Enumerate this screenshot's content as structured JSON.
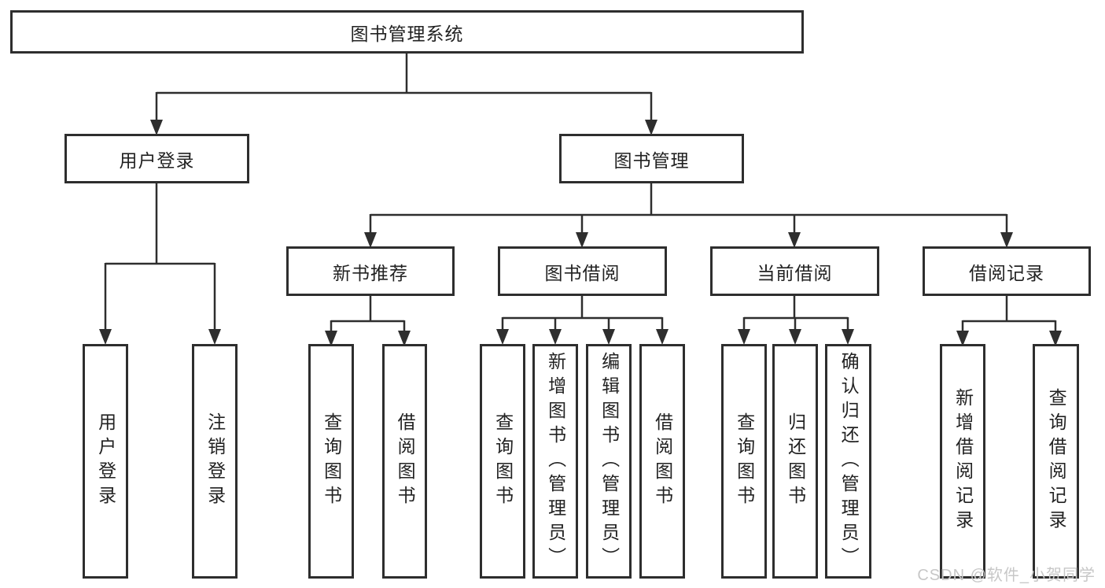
{
  "diagram": {
    "title_node": "图书管理系统",
    "tree": {
      "root": {
        "label": "图书管理系统"
      },
      "children": [
        {
          "label": "用户登录",
          "children": [
            {
              "label": "用户登录"
            },
            {
              "label": "注销登录"
            }
          ]
        },
        {
          "label": "图书管理",
          "children": [
            {
              "label": "新书推荐",
              "children": [
                {
                  "label": "查询图书"
                },
                {
                  "label": "借阅图书"
                }
              ]
            },
            {
              "label": "图书借阅",
              "children": [
                {
                  "label": "查询图书"
                },
                {
                  "label": "新增图书（管理员）"
                },
                {
                  "label": "编辑图书（管理员）"
                },
                {
                  "label": "借阅图书"
                }
              ]
            },
            {
              "label": "当前借阅",
              "children": [
                {
                  "label": "查询图书"
                },
                {
                  "label": "归还图书"
                },
                {
                  "label": "确认归还（管理员）"
                }
              ]
            },
            {
              "label": "借阅记录",
              "children": [
                {
                  "label": "新增借阅记录"
                },
                {
                  "label": "查询借阅记录"
                }
              ]
            }
          ]
        }
      ]
    },
    "colors": {
      "line": "#2e2e2e",
      "border": "#2e2e2e",
      "text": "#222222",
      "background": "#ffffff",
      "watermark": "#c7c7c7"
    }
  },
  "watermark": {
    "text": "CSDN @软件_小贺同学"
  }
}
